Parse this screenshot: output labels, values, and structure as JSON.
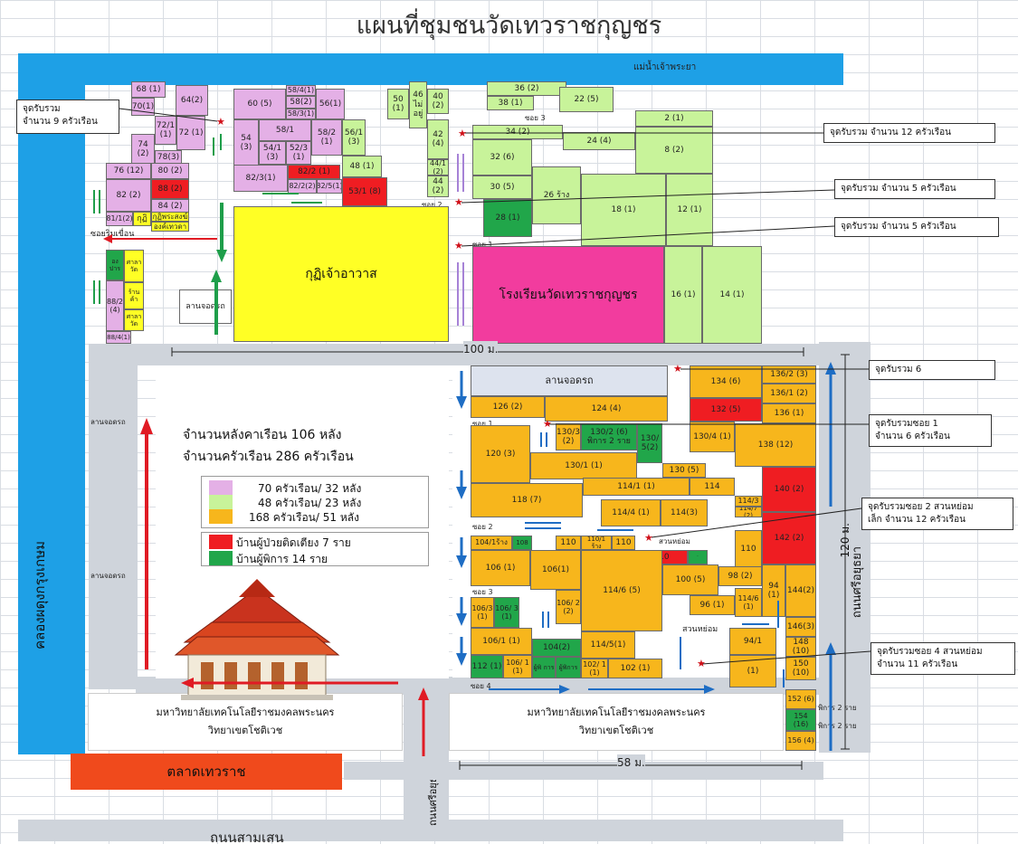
{
  "title": "แผนที่ชุมชนวัดเทวราชกุญชร",
  "river_label": "แม่น้ำเจ้าพระยา",
  "canal_label": "คลองผดุงกรุงเกษม",
  "road_bottom": "ถนนสามเสน",
  "road_right": "ถนนศรีอยุธยา",
  "road_bottom_vertical": "ถนนศรีอยุธยา",
  "market": "ตลาดเทวราช",
  "university_lines": [
    "มหาวิทยาลัยเทคโนโลยีราชมงคลพระนคร",
    "วิทยาเขตโชติเวช"
  ],
  "big_areas": {
    "monk_quarters": "กุฏิเจ้าอาวาส",
    "school": "โรงเรียนวัดเทวราชกุญชร",
    "parking_center": "ลานจอดรถ",
    "parking_left1": "ลานจอดรถ",
    "parking_left2": "ลานจอดรถ",
    "parking_top": "ลานจอดรถ"
  },
  "dimensions": {
    "width_top": "100 ม.",
    "width_bottom": "58 ม.",
    "height_right": "120 ม."
  },
  "stats": {
    "houses": "จำนวนหลังคาเรือน 106 หลัง",
    "households": "จำนวนครัวเรือน  286 ครัวเรือน"
  },
  "legend": [
    {
      "color": "#e4b0e6",
      "text": "70 ครัวเรือน/ 32 หลัง"
    },
    {
      "color": "#c8f39a",
      "text": "48 ครัวเรือน/ 23 หลัง"
    },
    {
      "color": "#f7b61c",
      "text": "168 ครัวเรือน/ 51 หลัง"
    },
    {
      "color": "#ef1d22",
      "text": "บ้านผู้ป่วยติดเตียง  7 ราย"
    },
    {
      "color": "#21a64a",
      "text": "บ้านผู้พิการ  14 ราย"
    }
  ],
  "callouts": {
    "c1": [
      "จุดรับรวม",
      "จำนวน 9 ครัวเรือน"
    ],
    "c2": [
      "จุดรับรวม จำนวน 12 ครัวเรือน"
    ],
    "c3": [
      "จุดรับรวม จำนวน 5 ครัวเรือน"
    ],
    "c4": [
      "จุดรับรวม จำนวน 5  ครัวเรือน"
    ],
    "c5": [
      "จุดรับรวม 6"
    ],
    "c6": [
      "จุดรับรวมซอย 1",
      "จำนวน 6  ครัวเรือน"
    ],
    "c7": [
      "จุดรับรวมซอย 2 สวนหย่อม",
      "เล็ก  จำนวน 12  ครัวเรือน"
    ],
    "c8": [
      "จุดรับรวมซอย 4 สวนหย่อม",
      "จำนวน 11 ครัวเรือน"
    ]
  },
  "lane_labels": {
    "soi1_top": "ซอย 1",
    "soi2_top": "ซอย 2",
    "soi3_top": "ซอย 3",
    "soi_riverside": "ซอยริมเขื่อน",
    "soi1": "ซอย 1",
    "soi2": "ซอย 2",
    "soi3": "ซอย 3",
    "soi4": "ซอย 4",
    "garden_small": "สวนหย่อม",
    "garden": "สวนหย่อม",
    "disabled_a": "พิการ 2 ราย",
    "disabled_b": "พิการ 2 ราย"
  },
  "plots_top": {
    "a68": "68 (1)",
    "a70": "70(1)",
    "a64": "64(2)",
    "a72_1": "72/1 (1)",
    "a72": "72 (1)",
    "a74": "74 (2)",
    "a78": "78(3)",
    "a60": "60 (5)",
    "a58_4": "58/4(1)",
    "a58_2": "58(2)",
    "a58_3": "58/3(1)",
    "a56": "56(1)",
    "a54": "54 (3)",
    "a58_1": "58/1",
    "a58_5": "58/2 (1)",
    "a54_1": "54/1 (3)",
    "a52_3": "52/3 (1)",
    "a56_1": "56/1 (3)",
    "a82_3": "82/3(1)",
    "a82_2r": "82/2 (1)",
    "a82_2b": "82/2(2)",
    "a82_5": "82/5(1)",
    "a48": "48 (1)",
    "a53": "53/1 (8)",
    "a76": "76 (12)",
    "a80": "80 (2)",
    "a82": "82 (2)",
    "a88": "88 (2)",
    "a84": "84 (2)",
    "a81": "81/1(2)",
    "kuti": "กุฏิ",
    "kuti2": "กุฏิพระสงฆ์",
    "ong": "องค์เทวดา",
    "a50": "50 (1)",
    "a46": "46 ไม่ อยู่",
    "a40": "40 (2)",
    "a36": "36 (2)",
    "a38": "38 (1)",
    "a22": "22 (5)",
    "a42": "42 (4)",
    "a34": "34 (2)",
    "a2": "2 (1)",
    "a24": "24 (4)",
    "a32": "32 (6)",
    "a8": "8 (2)",
    "a44_1": "44/1 (2)",
    "a44": "44 (2)",
    "a30": "30 (5)",
    "a26": "26 ร้าง",
    "a28": "28 (1)",
    "a18": "18 (1)",
    "a12": "12 (1)",
    "a16": "16 (1)",
    "a14": "14 (1)",
    "a88_2": "88/2 (4)",
    "a88_4": "88/4(1)",
    "shop1": "ศาลาวัด",
    "shop2": "ร้านค้า",
    "shop3": "ศาลาวัด",
    "a90": "องปาร"
  },
  "plots_bottom": {
    "b134": "134 (6)",
    "b136_2": "136/2 (3)",
    "b136_1": "136/1 (2)",
    "b136": "136 (1)",
    "b132": "132 (5)",
    "b126": "126 (2)",
    "b124": "124 (4)",
    "b130_3": "130/3 (2)",
    "b130_2": "130/2 (6) พิการ 2 ราย",
    "b130": "130/ 5(2)",
    "b130_4": "130/4 (1)",
    "b138": "138 (12)",
    "b120": "120 (3)",
    "b130_1": "130/1 (1)",
    "b130_5": "130 (5)",
    "b140": "140 (2)",
    "b118": "118 (7)",
    "b114_1": "114/1 (1)",
    "b114": "114",
    "b114_3s": "114/3",
    "b114_7": "114/7 (2)",
    "b114_4": "114/4 (1)",
    "b114_3": "114(3)",
    "b142": "142 (2)",
    "b104": "104/1ร้าง",
    "b108": "108",
    "b110a": "110",
    "b110_1": "110/1 ร้าง",
    "b110b": "110",
    "b110r": "110",
    "b110c": "110",
    "b106": "106 (1)",
    "b106_1": "106(1)",
    "b100": "100 (5)",
    "b98": "98 (2)",
    "b94": "94 (1)",
    "b144": "144(2)",
    "b106_3": "106/3 (1)",
    "b106_s": "106/ 3 (1)",
    "b106_2": "106/ 2 (2)",
    "b114_6": "114/6 (5)",
    "b96": "96 (1)",
    "b114_8": "114/6 (1)",
    "b146": "146(3)",
    "b106_1b": "106/1 (1)",
    "b104_2": "104(2)",
    "b114_5": "114/5(1)",
    "b94_1": "94/1",
    "b94_1v": "(1)",
    "b148": "148 (10)",
    "b112": "112 (1)",
    "b106_4": "106/ 1 (1)",
    "b106g": "ผู้พิ การ",
    "b102_1": "102/ 1 (1)",
    "b102": "102 (1)",
    "b150": "150 (10)",
    "b152": "152 (6)",
    "b154": "154 (16)",
    "b156": "156 (4)",
    "b106d": "ผู้พิการ"
  }
}
